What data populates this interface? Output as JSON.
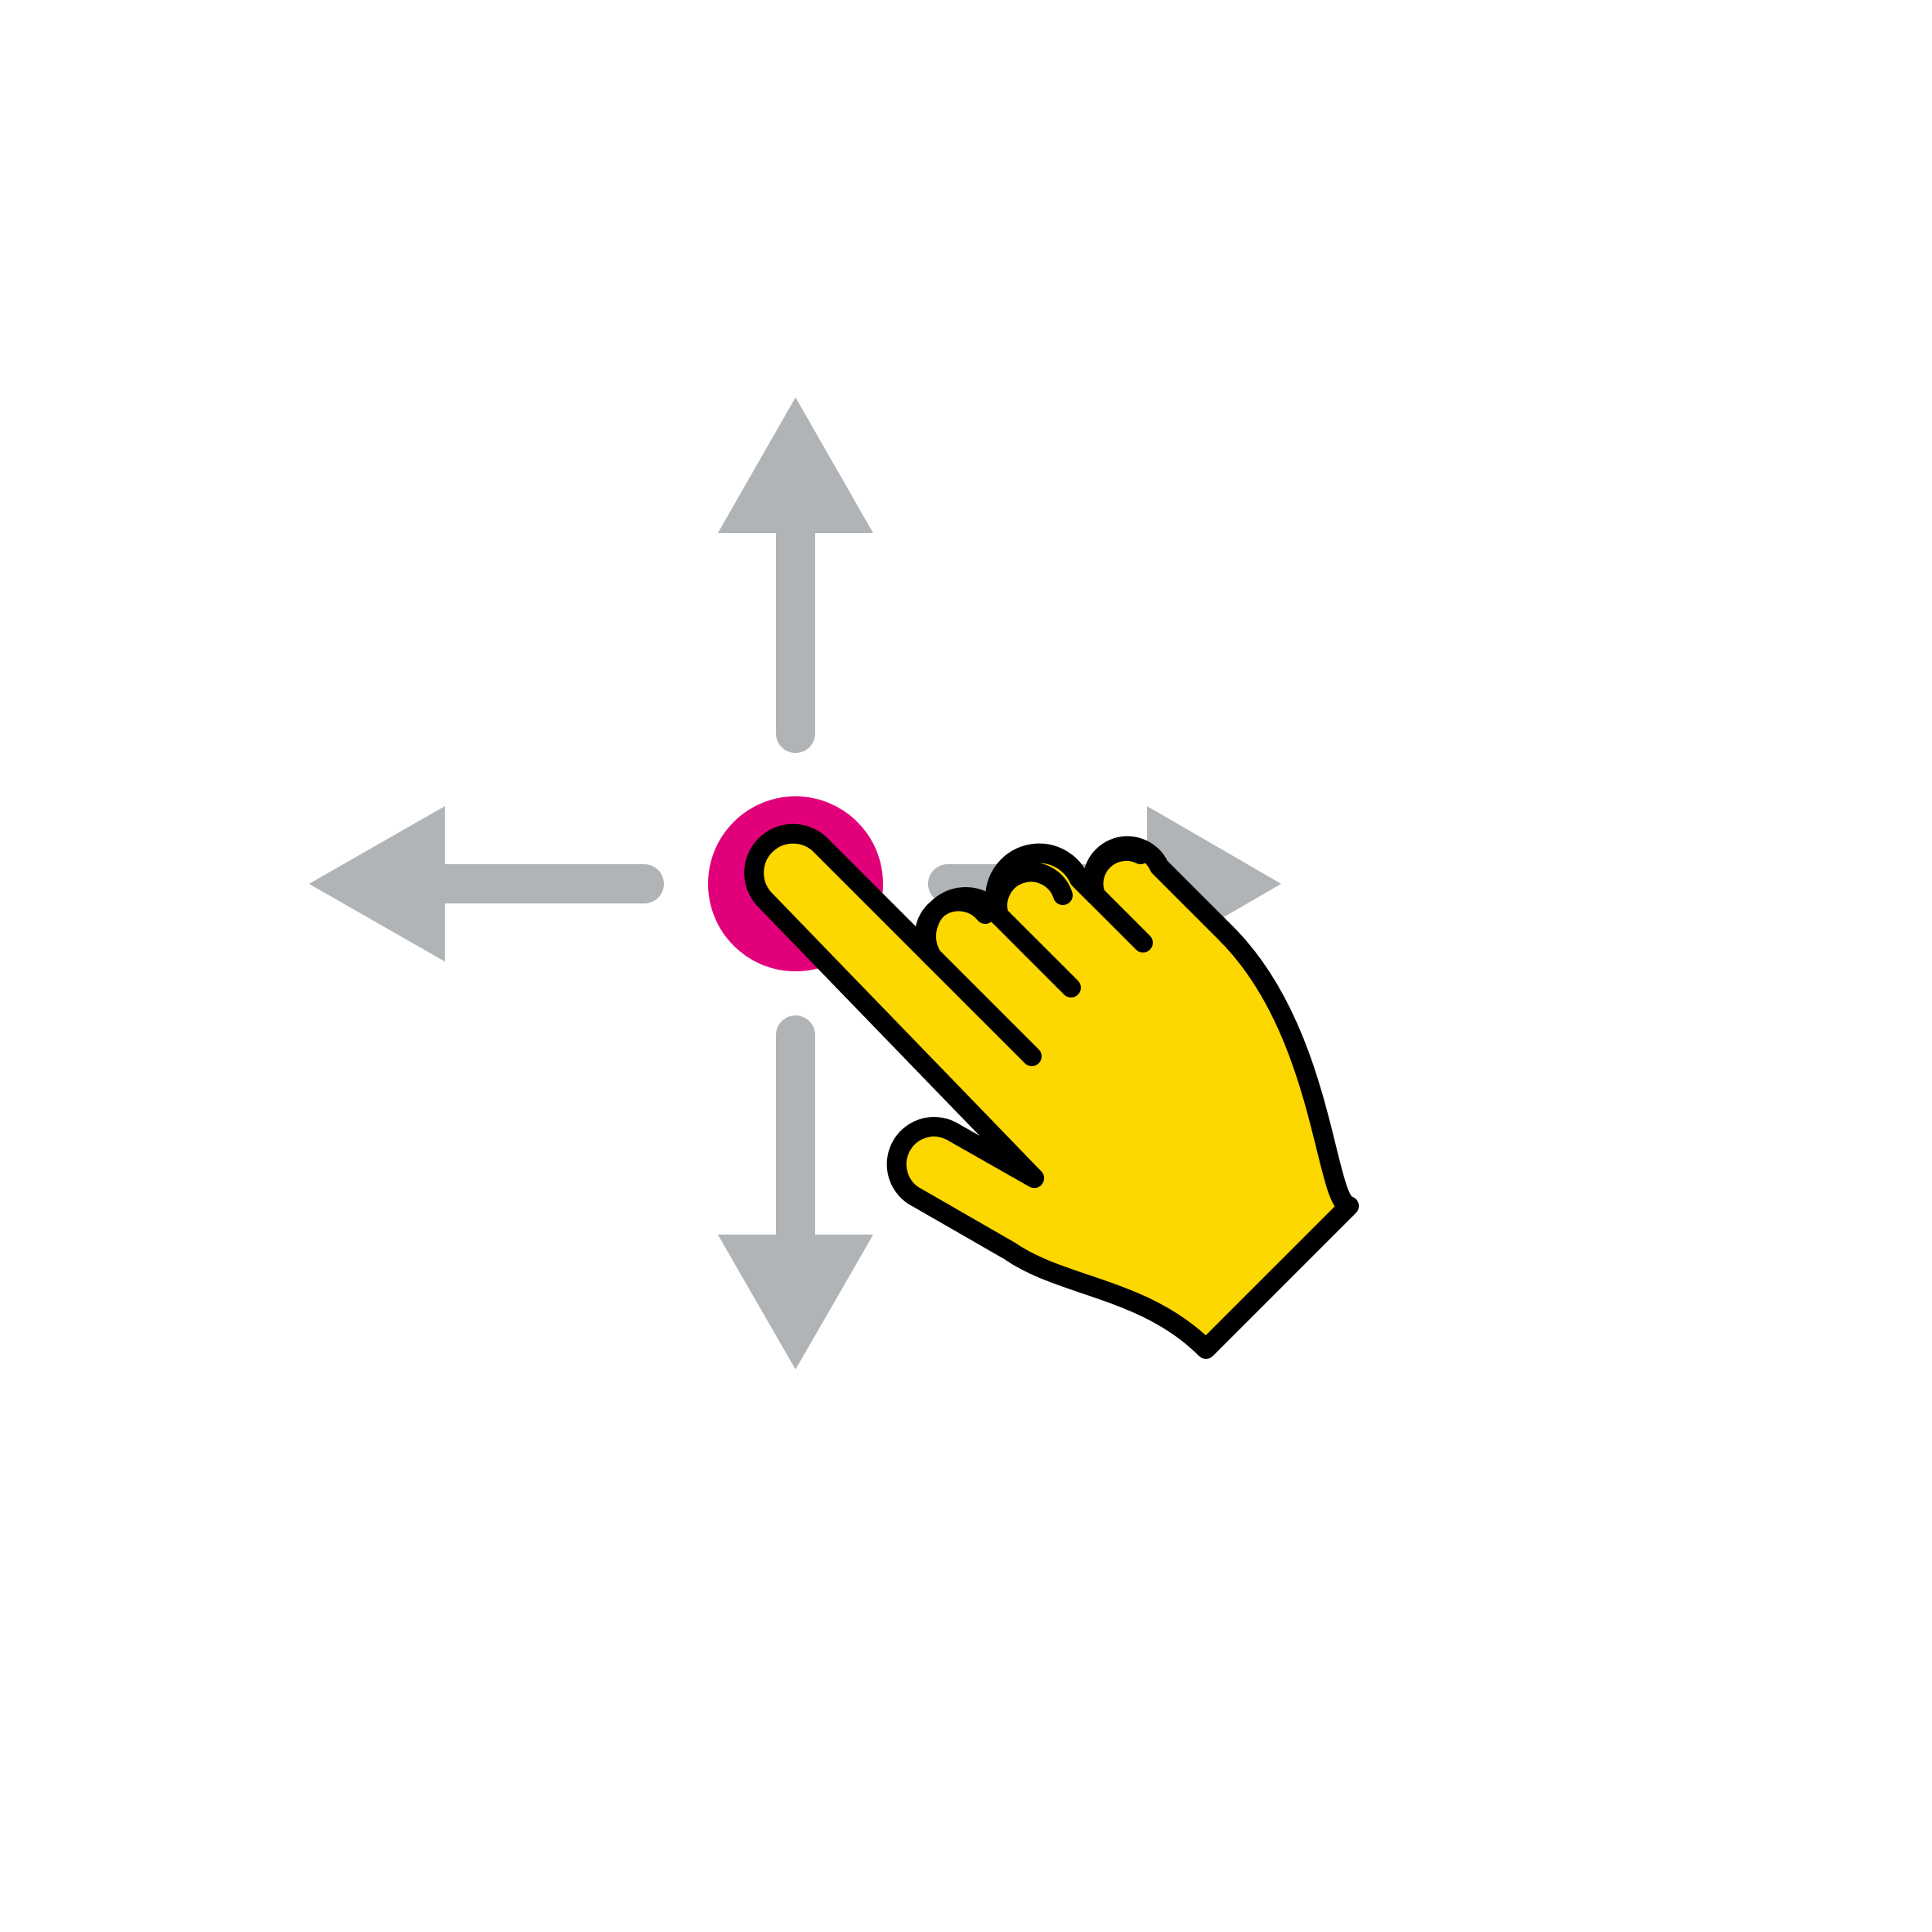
{
  "gesture": {
    "name": "one-finger-drag-all-directions",
    "arrow_directions": [
      "up",
      "down",
      "left",
      "right"
    ],
    "icons": [
      "arrow-up-icon",
      "arrow-down-icon",
      "arrow-left-icon",
      "arrow-right-icon",
      "touch-point-icon",
      "hand-pointer-icon"
    ]
  },
  "colors": {
    "background": "#ffffff",
    "arrow": "#b1b4b6",
    "touch_point": "#e2007a",
    "hand_fill": "#fdd700",
    "hand_outline": "#000000"
  }
}
